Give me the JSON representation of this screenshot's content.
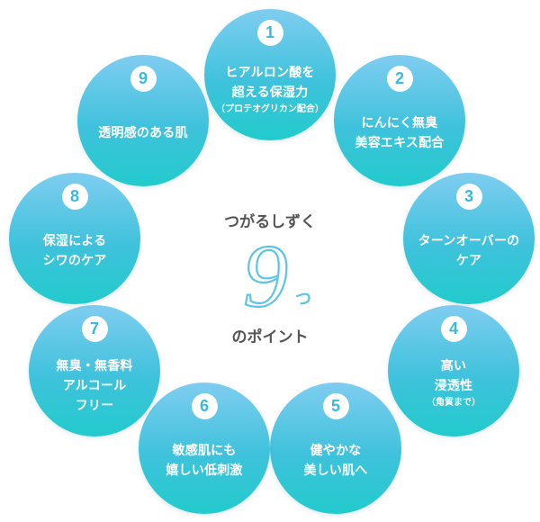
{
  "center": {
    "top_text": "つがるしずく",
    "numeral": "9",
    "counter": "つ",
    "bottom_text": "のポイント"
  },
  "colors": {
    "circle_top": "#7fcdf0",
    "circle_bottom": "#22cbcc",
    "badge_text": "#38b9dd",
    "center_numeral": "#5cc5e6",
    "center_text": "#555555"
  },
  "points": [
    {
      "number": "1",
      "lines": [
        "ヒアルロン酸を",
        "超える保湿力"
      ],
      "sub": "（プロテオグリカン配合）"
    },
    {
      "number": "2",
      "lines": [
        "にんにく無臭",
        "美容エキス配合"
      ],
      "sub": ""
    },
    {
      "number": "3",
      "lines": [
        "ターンオーバーの",
        "ケア"
      ],
      "sub": ""
    },
    {
      "number": "4",
      "lines": [
        "高い",
        "浸透性"
      ],
      "sub": "（角質まで）"
    },
    {
      "number": "5",
      "lines": [
        "健やかな",
        "美しい肌へ"
      ],
      "sub": ""
    },
    {
      "number": "6",
      "lines": [
        "敏感肌にも",
        "嬉しい低刺激"
      ],
      "sub": ""
    },
    {
      "number": "7",
      "lines": [
        "無臭・無香料",
        "アルコール",
        "フリー"
      ],
      "sub": ""
    },
    {
      "number": "8",
      "lines": [
        "保湿による",
        "シワのケア"
      ],
      "sub": ""
    },
    {
      "number": "9",
      "lines": [
        "透明感のある肌"
      ],
      "sub": ""
    }
  ]
}
